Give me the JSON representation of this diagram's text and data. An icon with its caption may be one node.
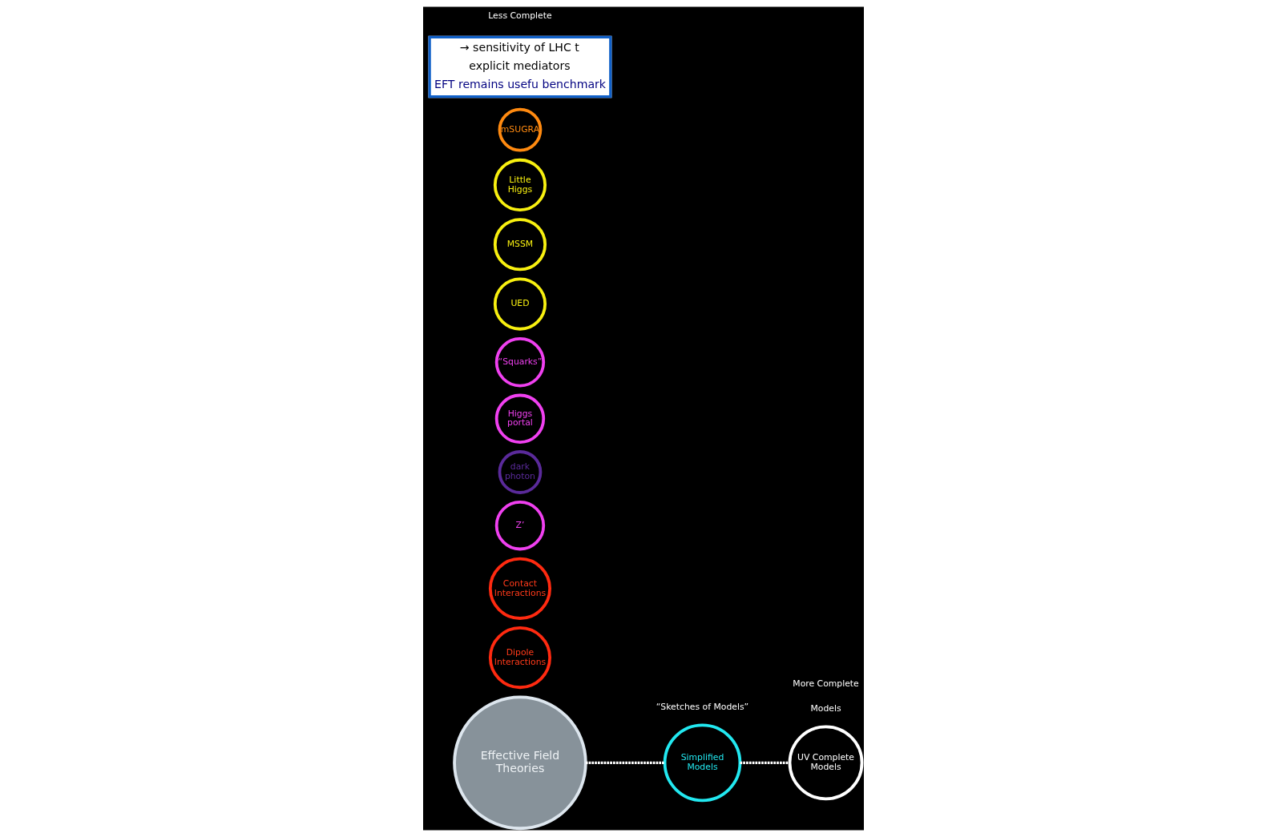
{
  "diagram": {
    "nodes": [
      {
        "text": [
          "Effective Field Theories"
        ]
      },
      {
        "text": [
          "Dipole Interactions"
        ]
      },
      {
        "text": [
          "Contact Interactions"
        ]
      },
      {
        "text": [
          "Simplified Models"
        ]
      },
      {
        "text": [
          "Z’"
        ]
      },
      {
        "text": [
          "dark photon"
        ]
      },
      {
        "text": [
          "Higgs portal"
        ]
      },
      {
        "text": [
          "“Squarks”"
        ]
      },
      {
        "text": [
          "UED"
        ]
      },
      {
        "text": [
          "UV Complete Models"
        ]
      },
      {
        "text": [
          "MSSM"
        ]
      },
      {
        "text": [
          "Little Higgs"
        ]
      },
      {
        "text": [
          "mSUGRA"
        ]
      }
    ],
    "edges": [
      {
        "from": 0,
        "to": 3,
        "arrow": "none",
        "style": "dashed"
      },
      {
        "from": 3,
        "to": 9,
        "arrow": "none",
        "style": "dashed"
      }
    ],
    "labels": [
      "→ sensitivity of LHC t",
      "explicit mediators",
      "EFT remains usefu benchmark",
      "Less Complete",
      "Models",
      "“Sketches of Models”",
      "More Complete"
    ]
  }
}
